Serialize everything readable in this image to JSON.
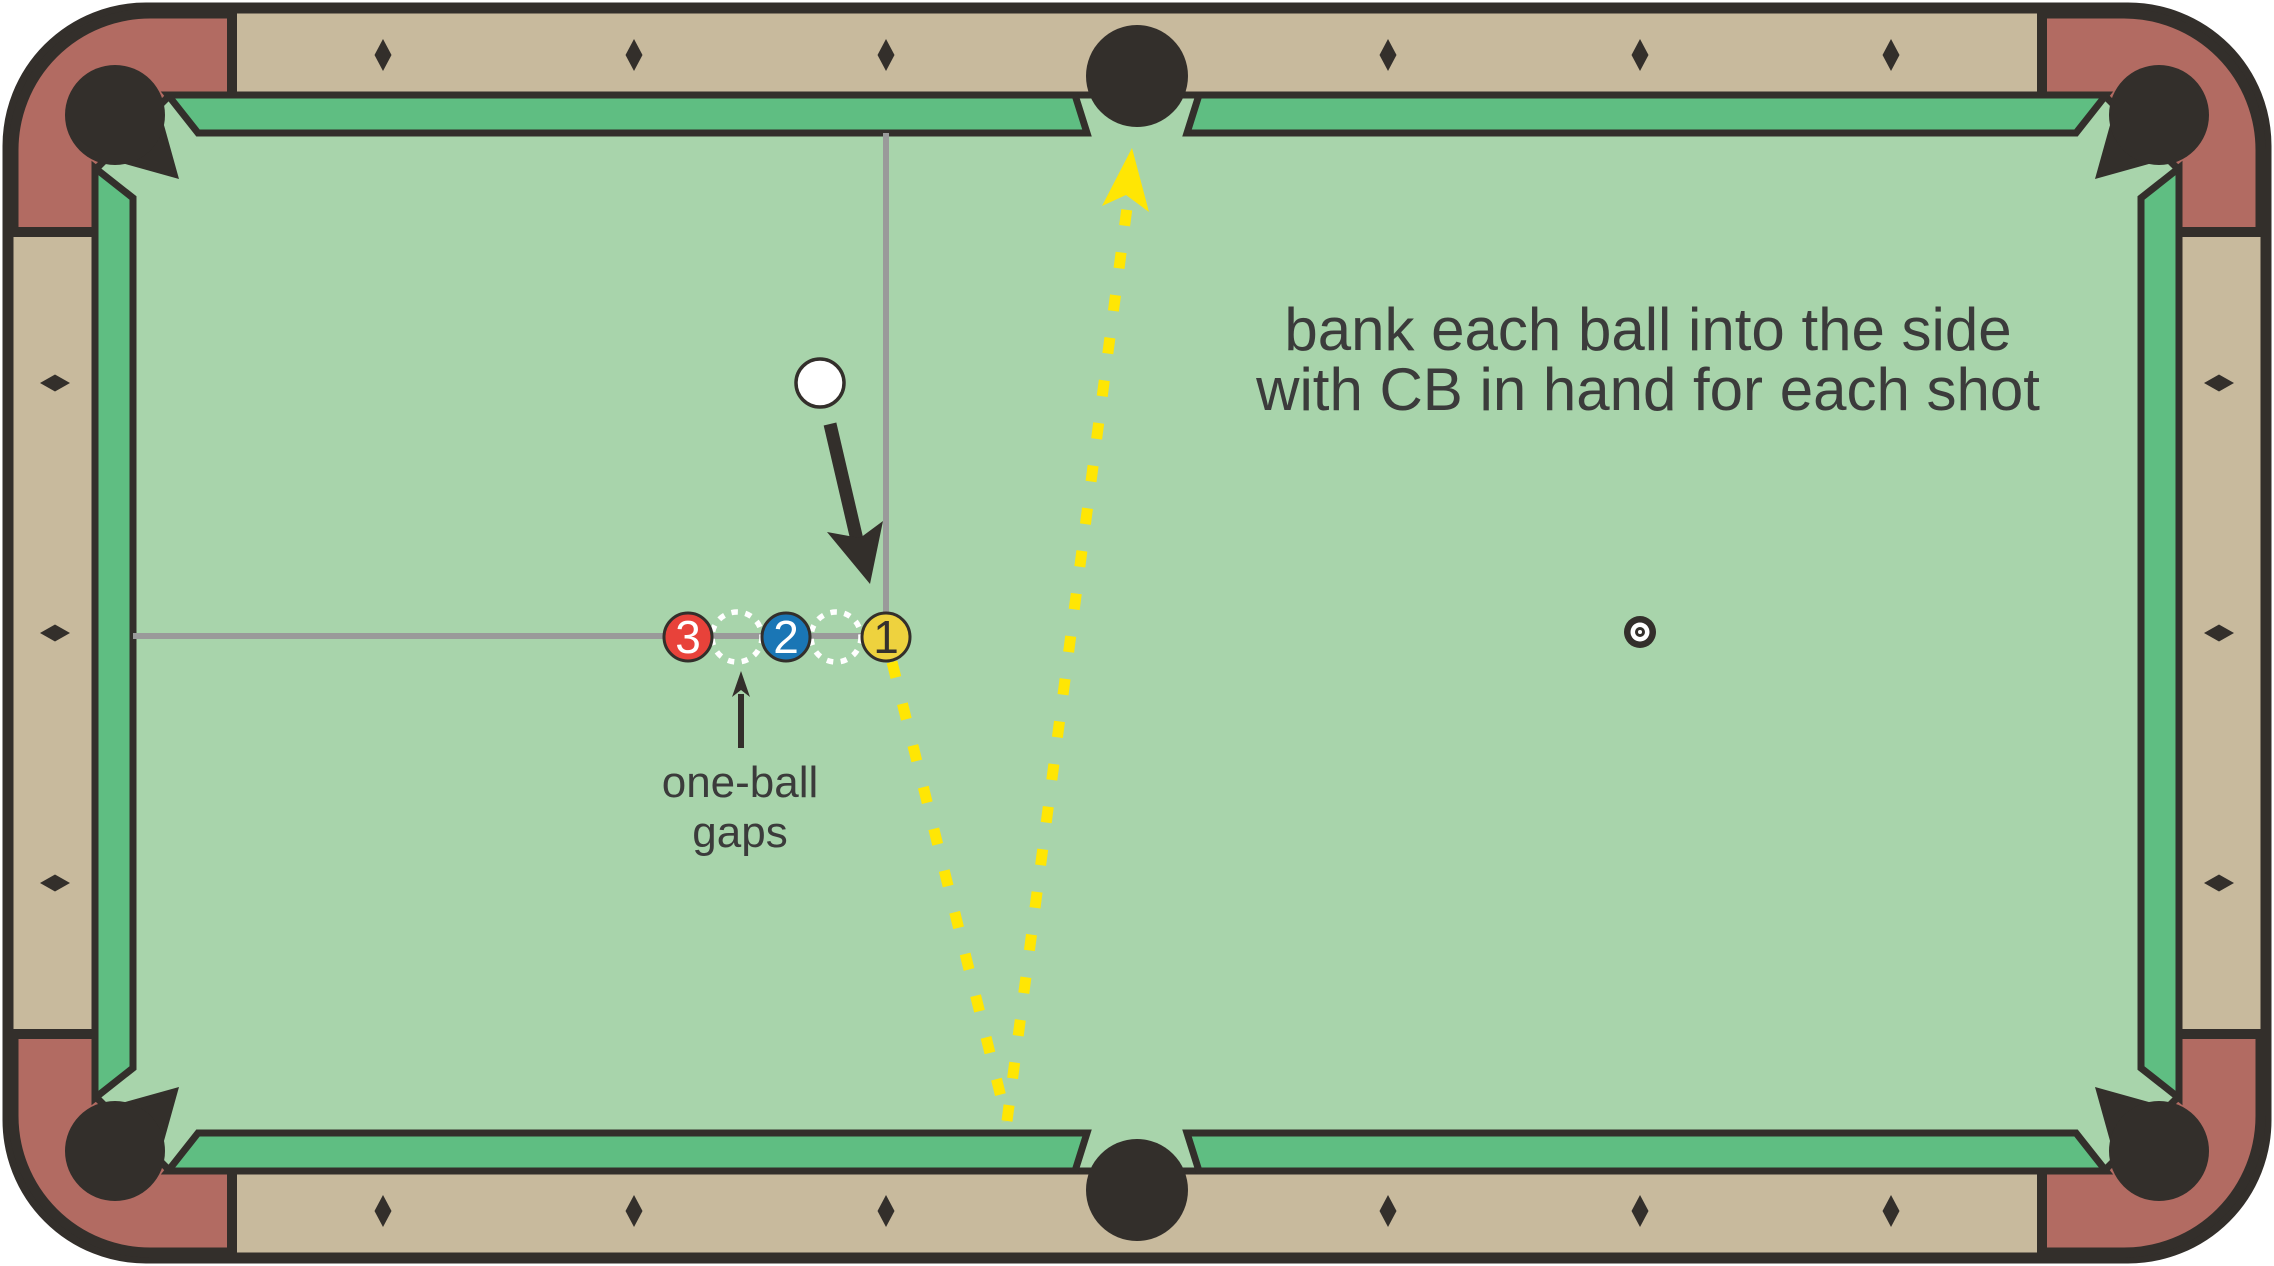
{
  "diagram": {
    "note_line1": "bank each ball into the side",
    "note_line2": "with CB in hand for each shot",
    "gap_label_line1": "one-ball",
    "gap_label_line2": "gaps",
    "ball3_label": "3",
    "ball2_label": "2",
    "ball1_label": "1"
  },
  "colors": {
    "cloth_green": "#a8d4ab",
    "cushion_green": "#5fbe82",
    "rail_tan": "#c8ba9d",
    "corner_red": "#b26b62",
    "outline_dark": "#332f2b",
    "line_gray": "#9a9a9a",
    "trajectory_yellow": "#ffe604",
    "ball_red": "#e8423a",
    "ball_blue": "#1a76b5",
    "ball_yellow": "#eed23e",
    "cue_white": "#ffffff",
    "number_light": "#ffffff",
    "number_dark": "#35312d",
    "text_dark": "#3b3b3b"
  }
}
